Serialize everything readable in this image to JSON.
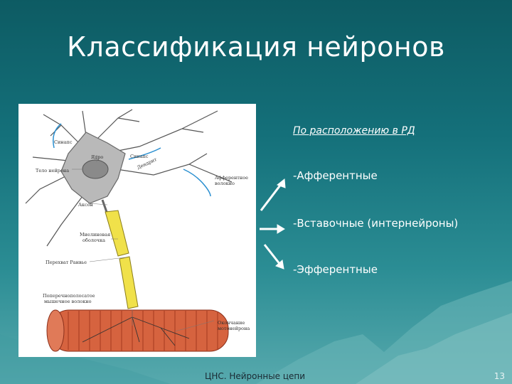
{
  "title": "Классификация нейронов",
  "diagram": {
    "labels": {
      "synapse": "Синапс",
      "nucleus": "Ядро",
      "cell_body": "Тело нейрона",
      "synapse_right": "Синапс",
      "dendrite": "Дендрит",
      "afferent_fiber_1": "Афферентное",
      "afferent_fiber_2": "волокно",
      "axon": "Аксон",
      "myelin_1": "Миелиновая",
      "myelin_2": "оболочка",
      "ranvier": "Перехват Ранвье",
      "muscle_fiber_1": "Поперечнополосатое",
      "muscle_fiber_2": "мышечное волокно",
      "endings_1": "Окончание",
      "endings_2": "мотонейрона"
    }
  },
  "classification": {
    "heading": "По расположению в РД",
    "items": [
      "-Афферентные",
      "-Вставочные (интернейроны)",
      "-Эфферентные"
    ]
  },
  "footer": {
    "caption": "ЦНС. Нейронные цепи",
    "page_number": "13"
  }
}
